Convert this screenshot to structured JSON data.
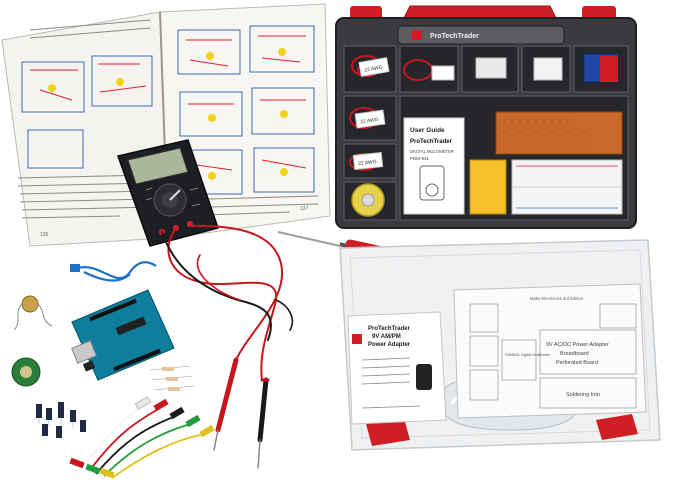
{
  "case": {
    "brand_top": "ProTechTrader",
    "brand_compartment": "ProTechTrader"
  },
  "manual": {
    "heading": "User Guide",
    "brand": "ProTechTrader",
    "subtitle": "DIGITAL MULTIMETER",
    "model": "PDM-831"
  },
  "adapter_card": {
    "brand": "ProTechTrader",
    "line1": "9V AM/PM",
    "line2": "Power Adapter"
  },
  "lid_card": {
    "title": "Make Electronics 3rd Edition",
    "item_main": "9V AC/DC Power Adapter",
    "item_sub1": "Breadboard",
    "item_sub2": "Perforated Board",
    "item_soldering": "Soldering Iron",
    "item_multimeter": "PDM831 Digital Multimeter"
  },
  "wire_spools": [
    {
      "label": "22 AWG"
    },
    {
      "label": "22 AWG"
    },
    {
      "label": "22 AWG"
    }
  ],
  "book": {
    "page_number_left": "126",
    "page_number_right": "127"
  },
  "colors": {
    "case_body": "#3a3b3f",
    "case_handle": "#cf1f24",
    "lid_clear": "#eef0f2",
    "arduino": "#0f7e9c",
    "multimeter_body": "#1d1f22",
    "multimeter_screen": "#aab79a",
    "perf_board": "#c86a2a"
  },
  "icons": [
    "multimeter-icon",
    "soldering-iron-icon",
    "arduino-board-icon",
    "breadboard-icon",
    "usb-cable-icon",
    "alligator-clip-icon"
  ]
}
